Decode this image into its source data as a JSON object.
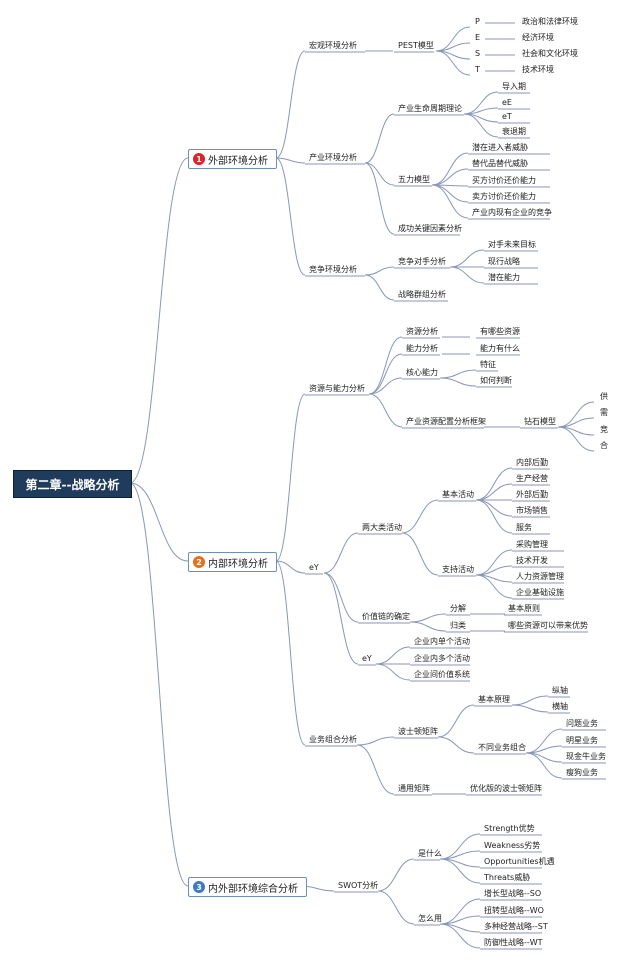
{
  "root": "第二章--战略分析",
  "sections": [
    {
      "num": "1",
      "label": "外部环境分析",
      "color": "#d9262b"
    },
    {
      "num": "2",
      "label": "内部环境分析",
      "color": "#e3721b"
    },
    {
      "num": "3",
      "label": "内外部环境综合分析",
      "color": "#3c79c6"
    }
  ],
  "nodes": {
    "macro": "宏观环境分析",
    "pest": "PEST模型",
    "pest_letters": [
      "P",
      "E",
      "S",
      "T"
    ],
    "pest_items": [
      "政治和法律环境",
      "经济环境",
      "社会和文化环境",
      "技术环境"
    ],
    "industry": "产业环境分析",
    "lifecycle": "产业生命周期理论",
    "lifecycle_items": [
      "导入期",
      "eE",
      "eT",
      "衰退期"
    ],
    "five_forces": "五力模型",
    "five_items": [
      "潜在进入者威胁",
      "替代品替代威胁",
      "买方讨价还价能力",
      "卖方讨价还价能力",
      "产业内现有企业的竞争"
    ],
    "ksf": "成功关键因素分析",
    "competitor_env": "竞争环境分析",
    "competitor": "竞争对手分析",
    "competitor_items": [
      "对手未来目标",
      "现行战略",
      "潜在能力"
    ],
    "strategic_group": "战略群组分析",
    "resource": "资源与能力分析",
    "res_analysis": "资源分析",
    "res_answer": "有哪些资源",
    "cap_analysis": "能力分析",
    "cap_answer": "能力有什么",
    "core": "核心能力",
    "core_items": [
      "特征",
      "如何判断"
    ],
    "industry_config": "产业资源配置分析框架",
    "diamond": "钻石模型",
    "diamond_items": [
      "供",
      "需",
      "竞",
      "合"
    ],
    "ey1": "eY",
    "two_types": "两大类活动",
    "basic": "基本活动",
    "basic_items": [
      "内部后勤",
      "生产经营",
      "外部后勤",
      "市场销售",
      "服务"
    ],
    "support": "支持活动",
    "support_items": [
      "采购管理",
      "技术开发",
      "人力资源管理",
      "企业基础设施"
    ],
    "value_chain": "价值链的确定",
    "decompose": "分解",
    "decompose_answer": "基本原则",
    "classify": "归类",
    "classify_answer": "哪些资源可以带来优势",
    "ey2": "eY",
    "ey2_items": [
      "企业内单个活动",
      "企业内多个活动",
      "企业间价值系统"
    ],
    "portfolio": "业务组合分析",
    "bcg": "波士顿矩阵",
    "principle": "基本原理",
    "principle_items": [
      "纵轴",
      "横轴"
    ],
    "business_mix": "不同业务组合",
    "business_items": [
      "问题业务",
      "明星业务",
      "现金牛业务",
      "瘦狗业务"
    ],
    "ge": "通用矩阵",
    "ge_answer": "优化版的波士顿矩阵",
    "swot": "SWOT分析",
    "what": "是什么",
    "what_items": [
      "Strength优势",
      "Weakness劣势",
      "Opportunities机遇",
      "Threats威胁"
    ],
    "how": "怎么用",
    "how_items": [
      "增长型战略--SO",
      "扭转型战略--WO",
      "多种经营战略--ST",
      "防御性战略--WT"
    ]
  },
  "colors": {
    "root_bg": "#1f3c5c",
    "line": "#8a96b8",
    "l1_border": "#6d8fbf"
  }
}
